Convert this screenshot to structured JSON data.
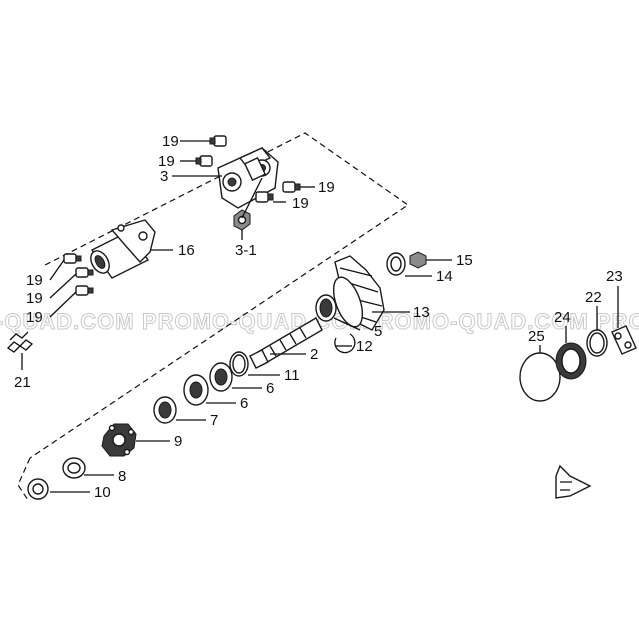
{
  "watermark": {
    "left": "-QUAD.COM",
    "center": "PROMO-QUAD.COM",
    "center2": "PROMO-QUAD.COM",
    "right": "PRO"
  },
  "callouts": {
    "c19a": "19",
    "c19b": "19",
    "c3": "3",
    "c19c": "19",
    "c19d": "19",
    "c31": "3-1",
    "c16": "16",
    "c19e": "19",
    "c19f": "19",
    "c19g": "19",
    "c21": "21",
    "c15": "15",
    "c14": "14",
    "c13": "13",
    "c5": "5",
    "c12": "12",
    "c2": "2",
    "c11": "11",
    "c6": "6",
    "c7": "7",
    "c9": "9",
    "c8": "8",
    "c10": "10",
    "c23": "23",
    "c22": "22",
    "c24": "24",
    "c25": "25"
  }
}
